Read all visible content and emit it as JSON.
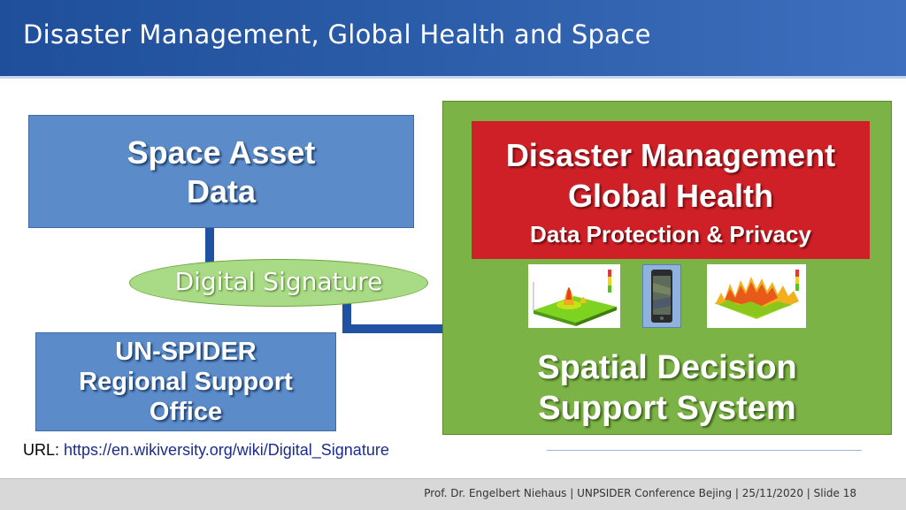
{
  "header": {
    "title": "Disaster Management, Global Health and Space"
  },
  "space_asset": {
    "line1": "Space Asset",
    "line2": "Data"
  },
  "signature": {
    "label": "Digital Signature"
  },
  "unspider": {
    "line1": "UN-SPIDER",
    "line2": "Regional Support",
    "line3": "Office"
  },
  "url": {
    "prefix": "URL: ",
    "link": "https://en.wikiversity.org/wiki/Digital_Signature"
  },
  "green_panel": {
    "red": {
      "line1": "Disaster Management",
      "line2": "Global Health",
      "line3": "Data Protection & Privacy"
    },
    "sdss": {
      "line1": "Spatial Decision",
      "line2": "Support System"
    }
  },
  "footer": {
    "text": "Prof. Dr. Engelbert Niehaus |  UNPSIDER Conference Bejing | 25/11/2020 | Slide  18"
  },
  "colors": {
    "header": "#2b5ca8",
    "blue_box": "#5b8bc8",
    "green_box": "#7bb346",
    "red_box": "#cf2027",
    "ellipse": "#a9da85",
    "arrow": "#1f52a3"
  }
}
